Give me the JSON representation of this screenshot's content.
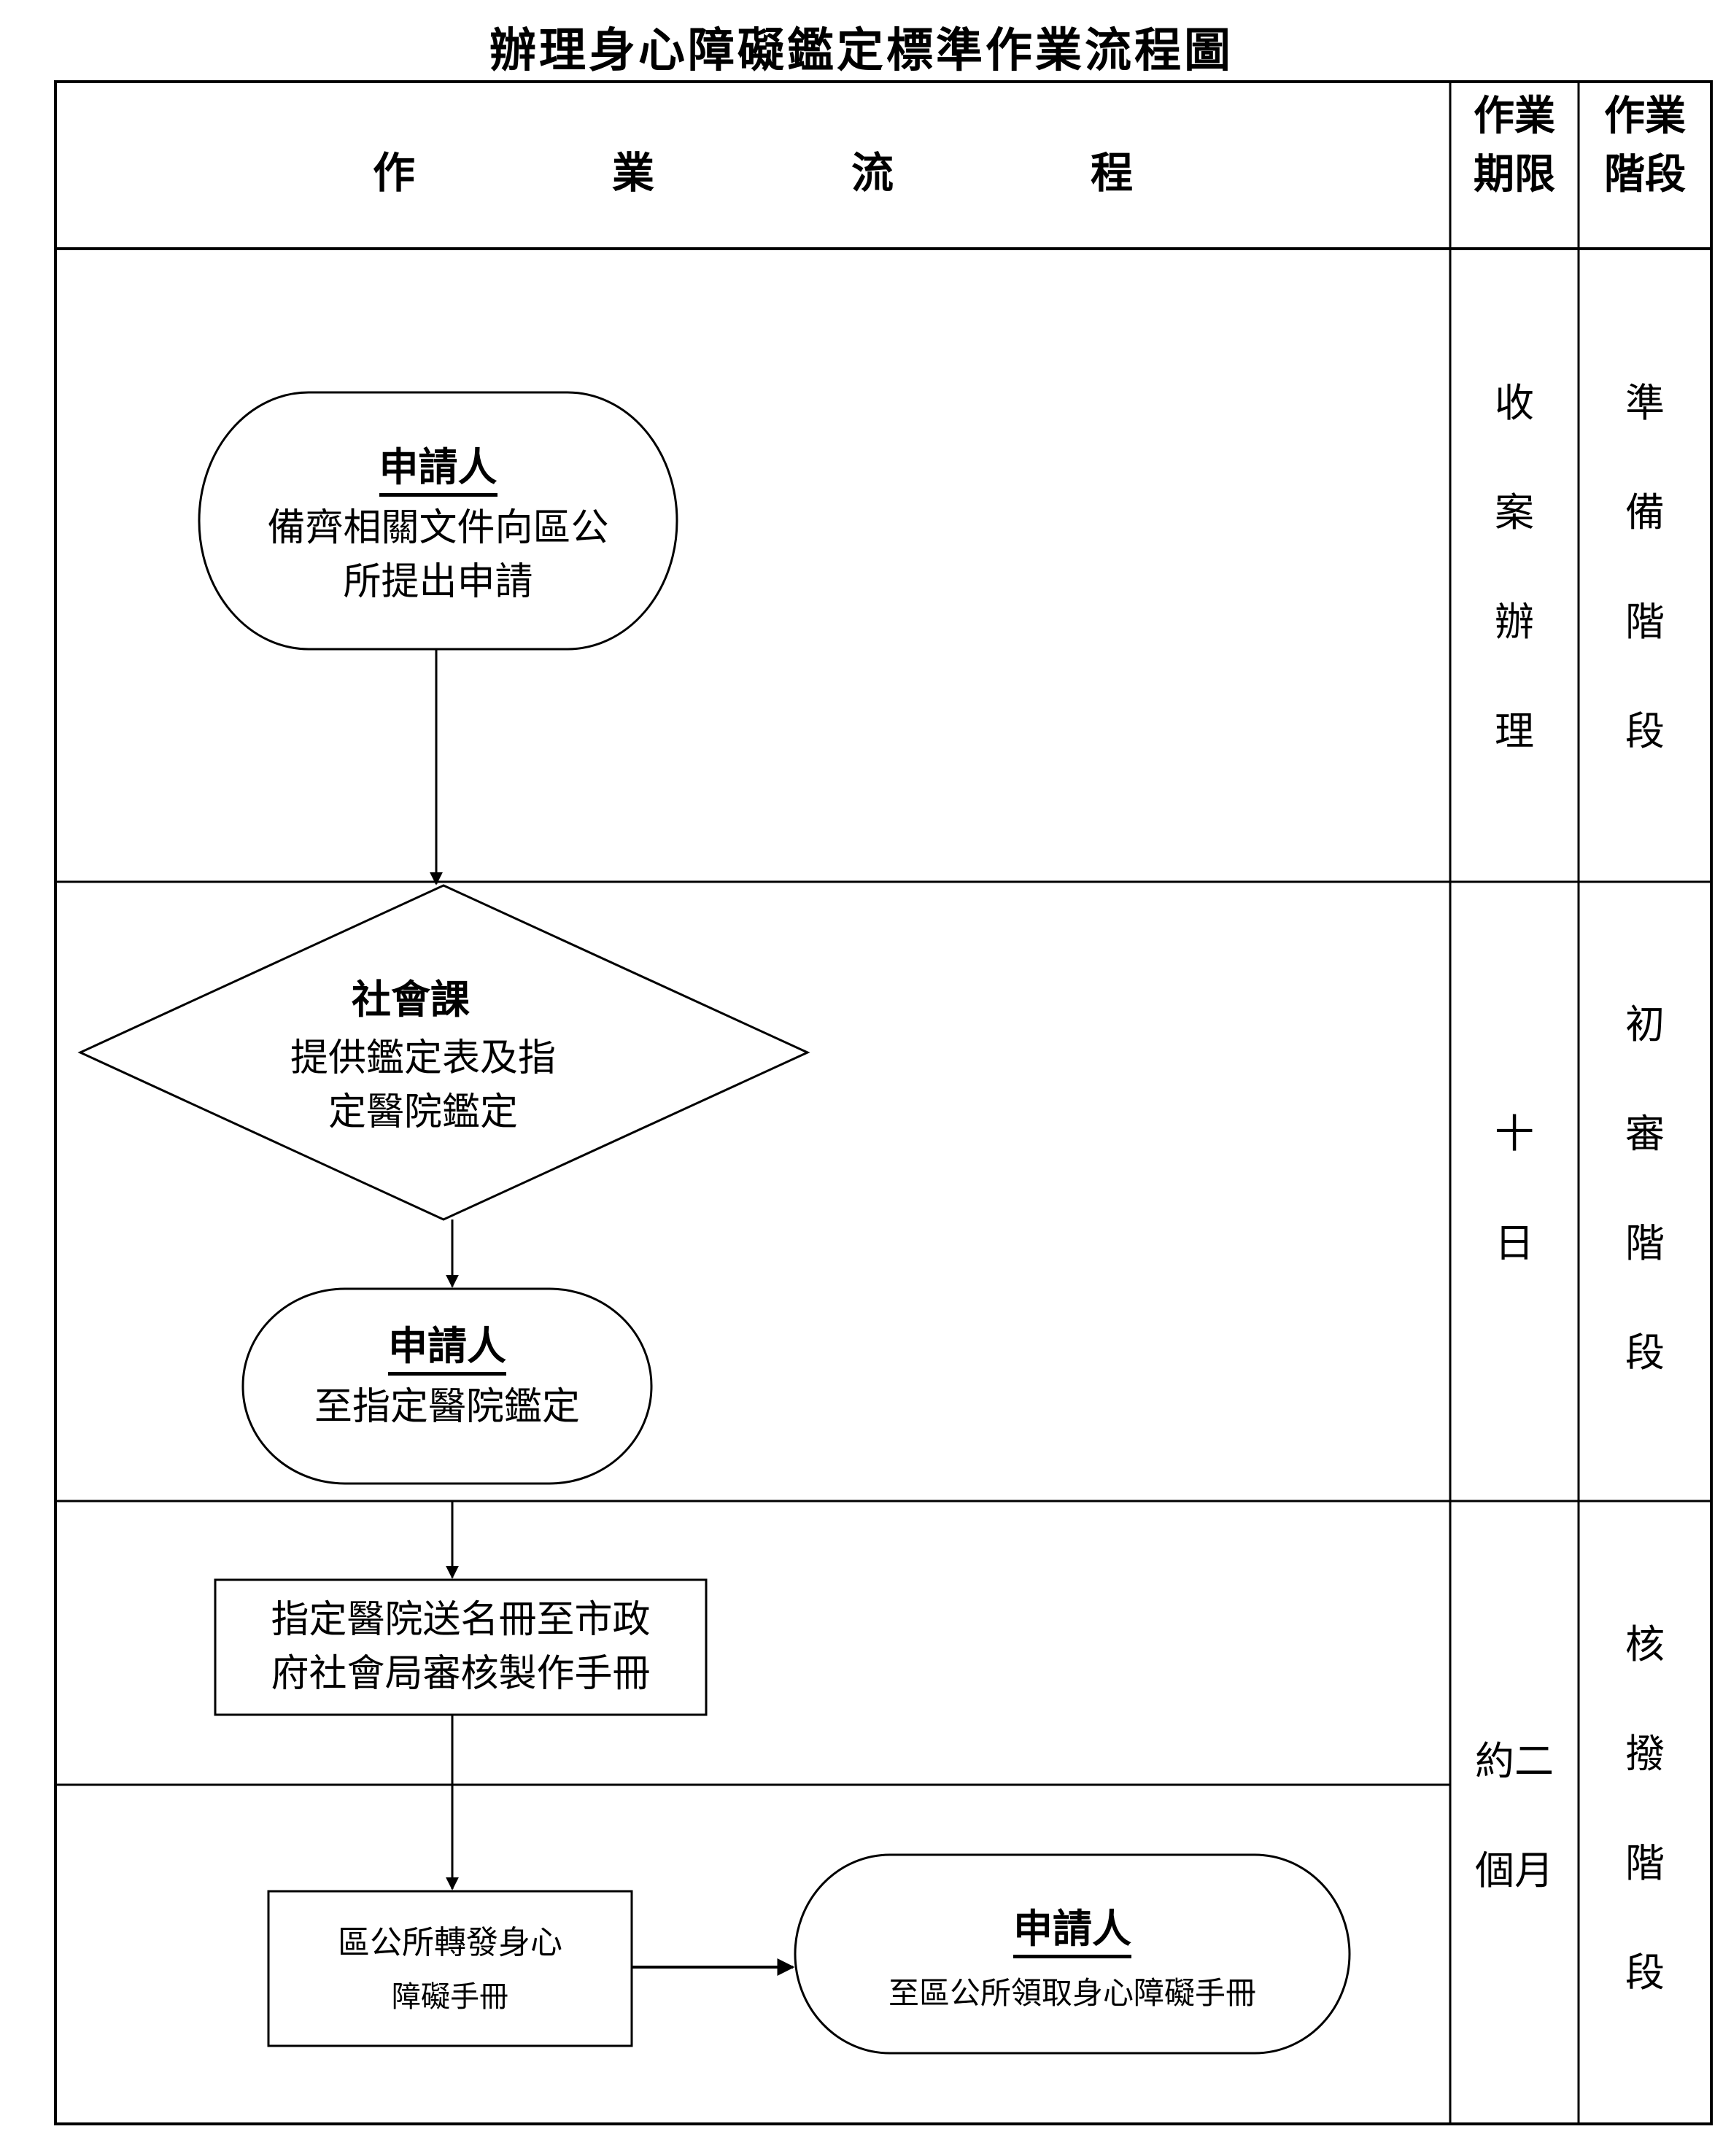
{
  "title": "辦理身心障礙鑑定標準作業流程圖",
  "header": {
    "process_column": [
      "作",
      "業",
      "流",
      "程"
    ],
    "deadline_column": [
      "作業",
      "期限"
    ],
    "stage_column": [
      "作業",
      "階段"
    ]
  },
  "rows": [
    {
      "deadline": "收案辦理",
      "stage": "準備階段"
    },
    {
      "deadline": "十日",
      "stage": "初審階段"
    },
    {
      "deadline": "約二個月",
      "stage": "核撥階段"
    }
  ],
  "nodes": {
    "apply": {
      "shape": "terminator",
      "actor": "申請人",
      "lines": [
        "備齊相關文件向區公",
        "所提出申請"
      ]
    },
    "social_section": {
      "shape": "decision",
      "actor": "社會課",
      "lines": [
        "提供鑑定表及指",
        "定醫院鑑定"
      ]
    },
    "hospital_visit": {
      "shape": "terminator",
      "actor": "申請人",
      "lines": [
        "至指定醫院鑑定"
      ]
    },
    "hospital_submit": {
      "shape": "process",
      "lines": [
        "指定醫院送名冊至市政",
        "府社會局審核製作手冊"
      ]
    },
    "district_forward": {
      "shape": "process",
      "lines": [
        "區公所轉發身心",
        "障礙手冊"
      ]
    },
    "collect": {
      "shape": "terminator",
      "actor": "申請人",
      "lines": [
        "至區公所領取身心障礙手冊"
      ]
    }
  },
  "edges": [
    [
      "apply",
      "social_section"
    ],
    [
      "social_section",
      "hospital_visit"
    ],
    [
      "hospital_visit",
      "hospital_submit"
    ],
    [
      "hospital_submit",
      "district_forward"
    ],
    [
      "district_forward",
      "collect"
    ]
  ]
}
